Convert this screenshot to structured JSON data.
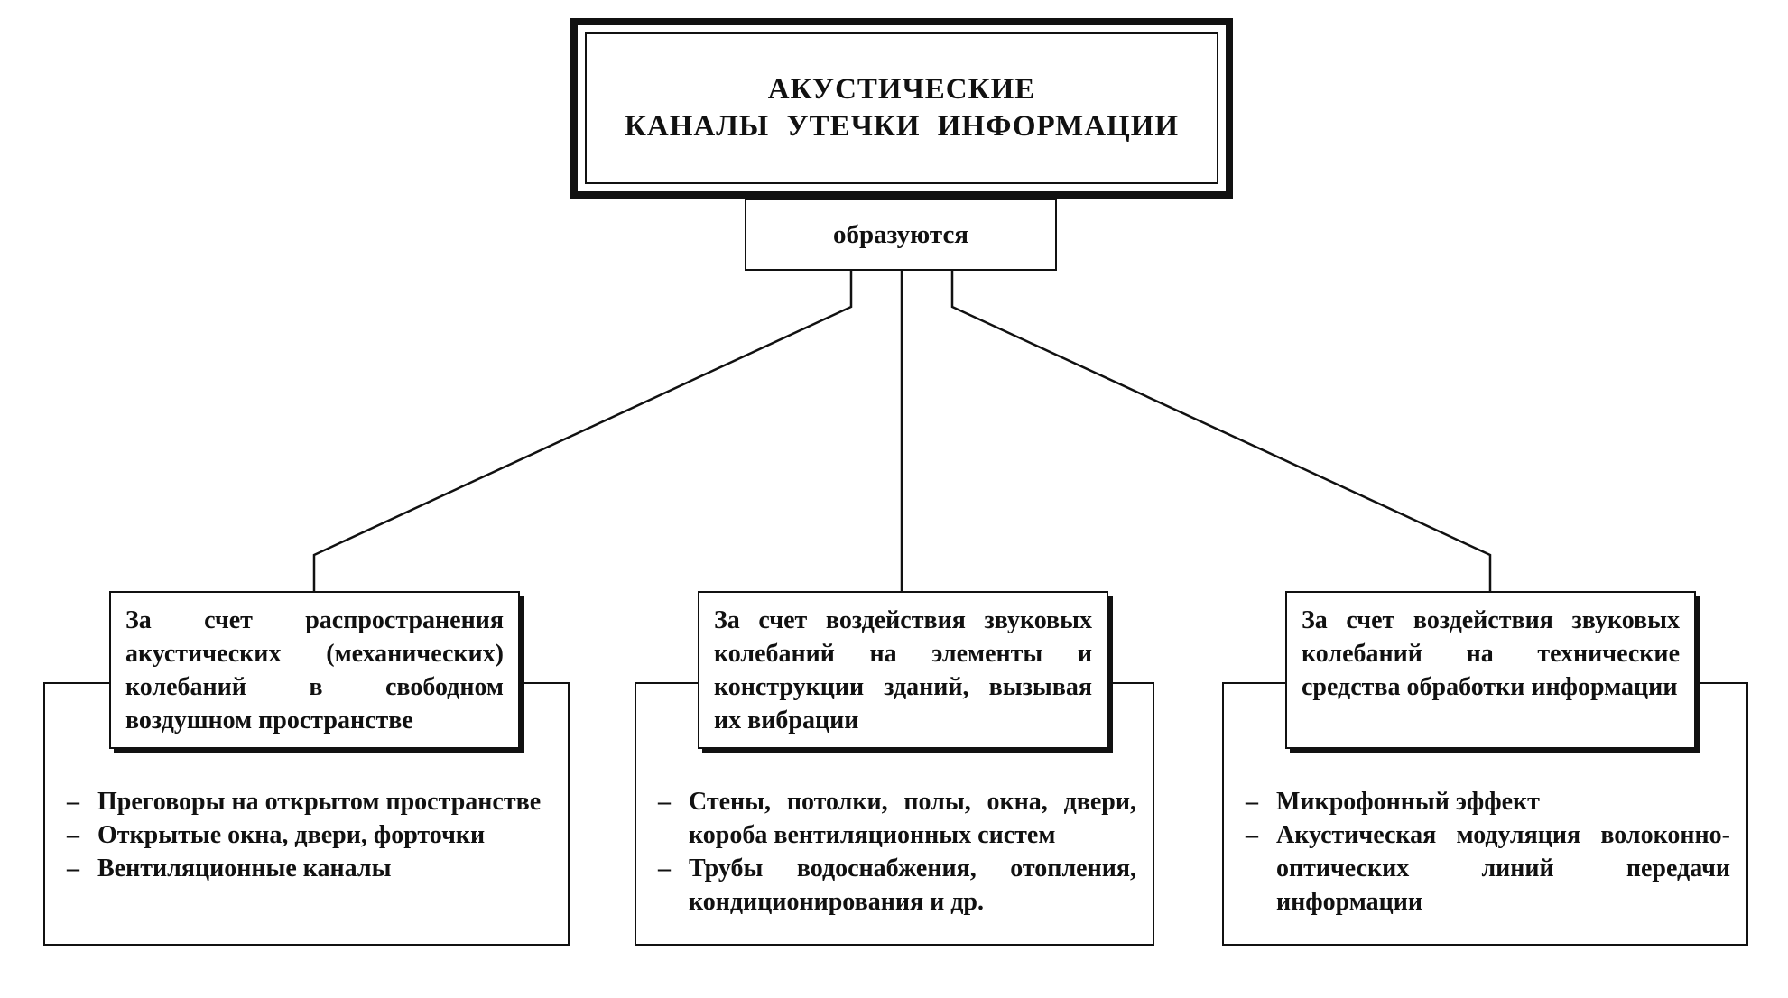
{
  "diagram": {
    "title_lines": [
      "АКУСТИЧЕСКИЕ",
      "КАНАЛЫ  УТЕЧКИ  ИНФОРМАЦИИ"
    ],
    "connector_label": "образуются",
    "branches": [
      {
        "heading": "За счет распространения акустических (механических) колебаний в свободном воздушном пространстве",
        "items": [
          "Преговоры на открытом пространстве",
          "Открытые окна, двери, форточки",
          "Вентиляционные каналы"
        ]
      },
      {
        "heading": "За счет воздействия звуковых колебаний на элементы и конструкции зданий, вызывая их вибрации",
        "items": [
          "Стены, потолки, полы, окна, двери, короба вентиляционных систем",
          "Трубы водоснабжения, отопления, кондиционирования и др."
        ]
      },
      {
        "heading": "За счет воздействия звуковых колебаний на технические средства обработки информации",
        "items": [
          "Микрофонный эффект",
          "Акустическая модуляция волоконно-оптических линий передачи информации"
        ]
      }
    ]
  }
}
